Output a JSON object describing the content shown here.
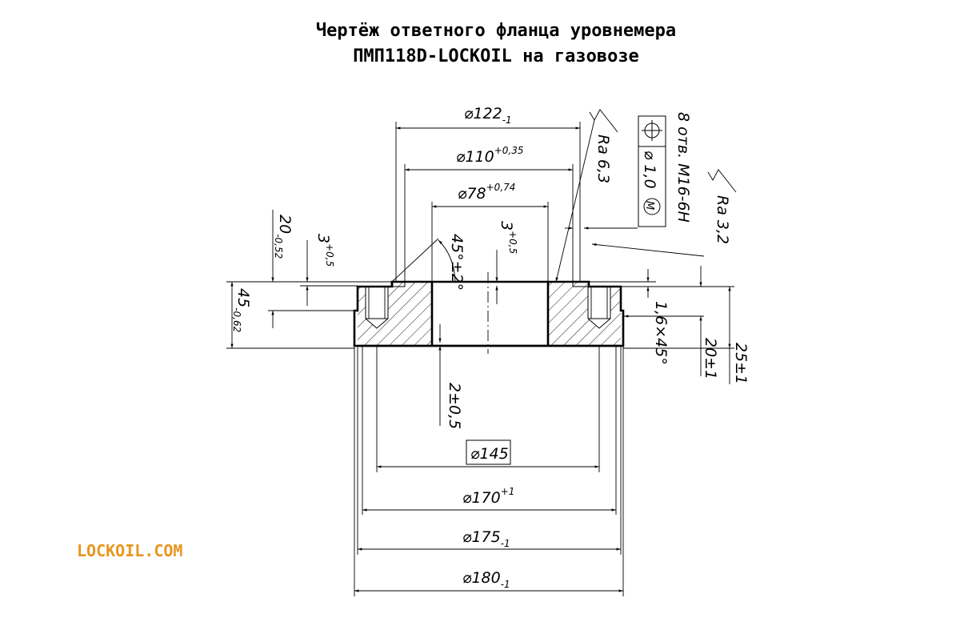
{
  "title": {
    "line1": "Чертёж ответного фланца уровнемера",
    "line2": "ПМП118D-LOCKOIL на газовозе"
  },
  "brand": "LOCKOIL.COM",
  "dimensions": {
    "d122": {
      "main": "⌀122",
      "tol": "-1"
    },
    "d110": {
      "main": "⌀110",
      "tol": "+0,35"
    },
    "d78": {
      "main": "⌀78",
      "tol": "+0,74"
    },
    "d145": "⌀145",
    "d170": {
      "main": "⌀170",
      "tol": "+1"
    },
    "d175": {
      "main": "⌀175",
      "tol": "-1"
    },
    "d180": {
      "main": "⌀180",
      "tol": "-1"
    },
    "h20": {
      "main": "20",
      "tol": "-0,52"
    },
    "h3_left": {
      "main": "3",
      "tol": "+0,5"
    },
    "h3_mid": {
      "main": "3",
      "tol": "+0,5"
    },
    "h45": {
      "main": "45",
      "tol": "-0,62"
    },
    "angle": "45°±2°",
    "gap": "2±0,5",
    "chamfer": "1,6×45°",
    "h20_right": "20±1",
    "h25_right": "25±1"
  },
  "roughness": {
    "ra63": "Ra 6,3",
    "ra32": "Ra 3,2"
  },
  "holes": {
    "count_thread": "8 отв. M16-6H",
    "tolerance_diam": "⌀ 1,0",
    "modifier": "M"
  }
}
